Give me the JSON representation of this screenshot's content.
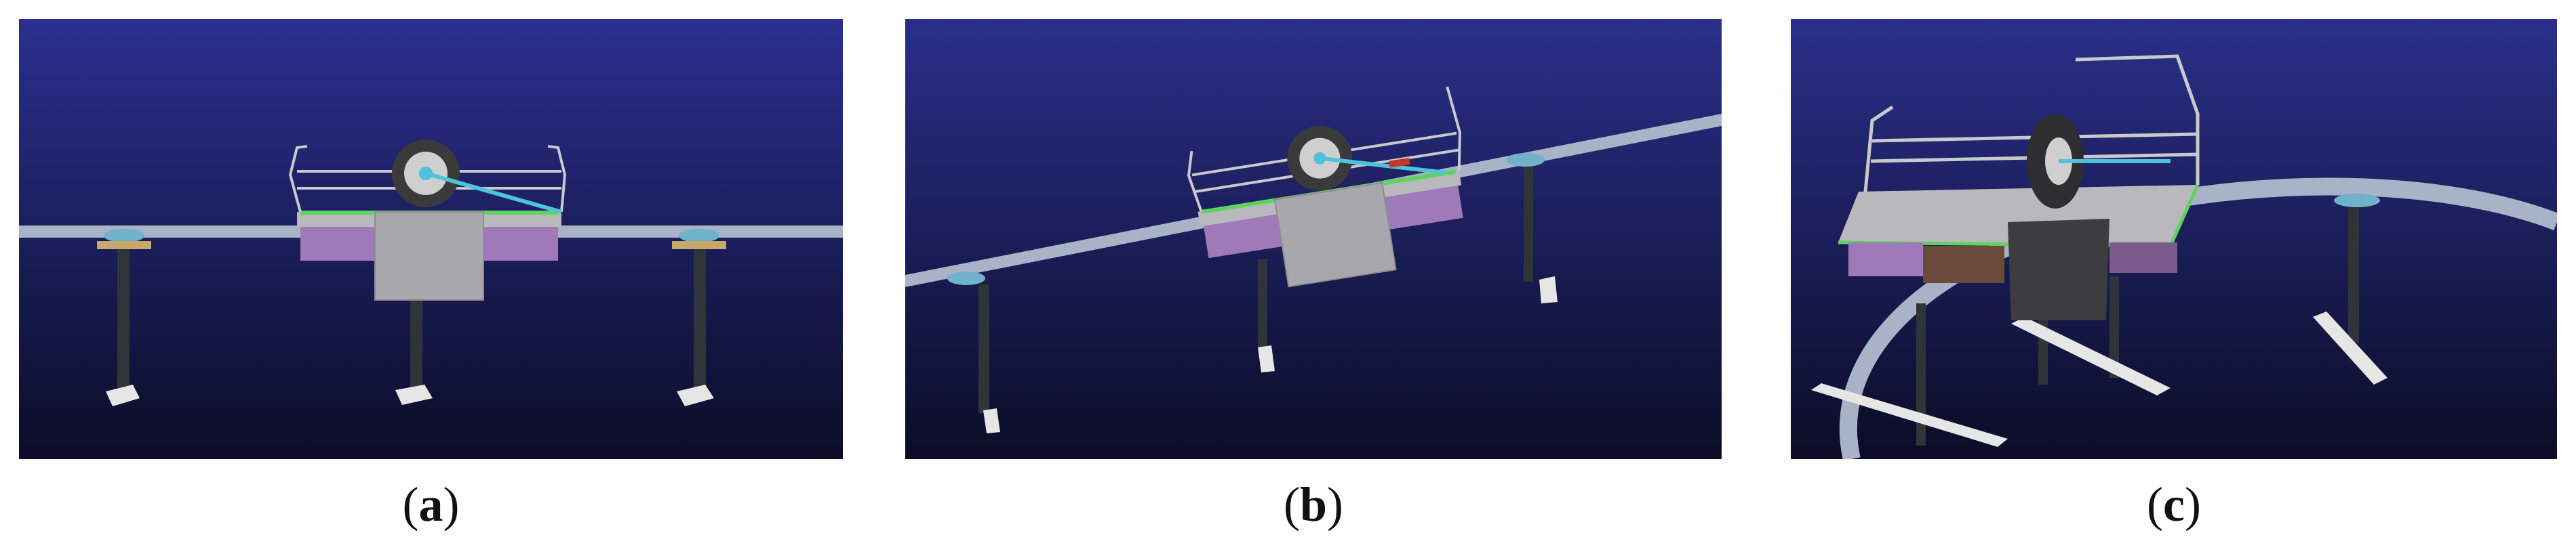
{
  "panels": [
    {
      "id": "a",
      "caption_open": "(",
      "caption_letter": "a",
      "caption_close": ")"
    },
    {
      "id": "b",
      "caption_open": "(",
      "caption_letter": "b",
      "caption_close": ")"
    },
    {
      "id": "c",
      "caption_open": "(",
      "caption_letter": "c",
      "caption_close": ")"
    }
  ],
  "colors": {
    "sky_top": "#2a2f8a",
    "sky_bottom": "#0b0c26",
    "rail": "#a9b3c7",
    "platform": "#b9b9bd",
    "box": "#a8a8ac",
    "skirt": "#a07ab8",
    "pole": "#2f3438",
    "foot": "#e6e6e6",
    "wheel": "#3a3a3a",
    "rim": "#cfcfcf",
    "accent_green": "#5fd35f",
    "accent_cyan": "#4fc3d9"
  }
}
